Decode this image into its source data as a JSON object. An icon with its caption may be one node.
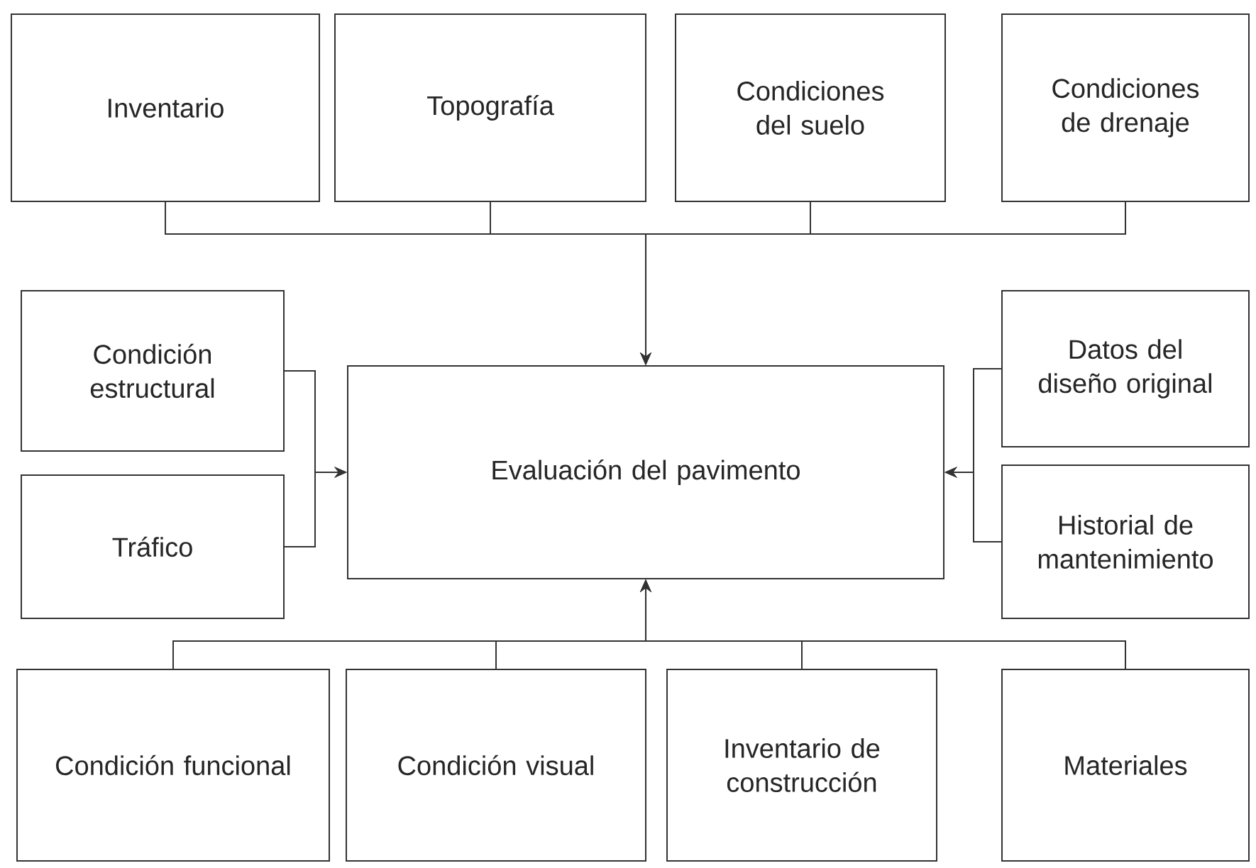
{
  "diagram": {
    "nodes": [
      {
        "text": [
          "Inventario"
        ]
      },
      {
        "text": [
          "Topografía"
        ]
      },
      {
        "text": [
          "Condiciones del suelo"
        ]
      },
      {
        "text": [
          "Condiciones de drenaje"
        ]
      },
      {
        "text": [
          "Condición estructural"
        ]
      },
      {
        "text": [
          "Tráfico"
        ]
      },
      {
        "text": [
          "Evaluación del pavimento"
        ]
      },
      {
        "text": [
          "Datos del diseño original"
        ]
      },
      {
        "text": [
          "Historial de mantenimiento"
        ]
      },
      {
        "text": [
          "Condición funcional"
        ]
      },
      {
        "text": [
          "Condición visual"
        ]
      },
      {
        "text": [
          "Inventario de construcción"
        ]
      },
      {
        "text": [
          "Materiales"
        ]
      }
    ],
    "edges": [
      {
        "from": 0,
        "to": 6,
        "arrow": "to"
      },
      {
        "from": 1,
        "to": 6,
        "arrow": "to"
      },
      {
        "from": 2,
        "to": 6,
        "arrow": "to"
      },
      {
        "from": 3,
        "to": 6,
        "arrow": "to"
      },
      {
        "from": 4,
        "to": 6,
        "arrow": "to"
      },
      {
        "from": 5,
        "to": 6,
        "arrow": "to"
      },
      {
        "from": 7,
        "to": 6,
        "arrow": "to"
      },
      {
        "from": 8,
        "to": 6,
        "arrow": "to"
      },
      {
        "from": 9,
        "to": 6,
        "arrow": "to"
      },
      {
        "from": 10,
        "to": 6,
        "arrow": "to"
      },
      {
        "from": 11,
        "to": 6,
        "arrow": "to"
      },
      {
        "from": 12,
        "to": 6,
        "arrow": "to"
      }
    ]
  }
}
